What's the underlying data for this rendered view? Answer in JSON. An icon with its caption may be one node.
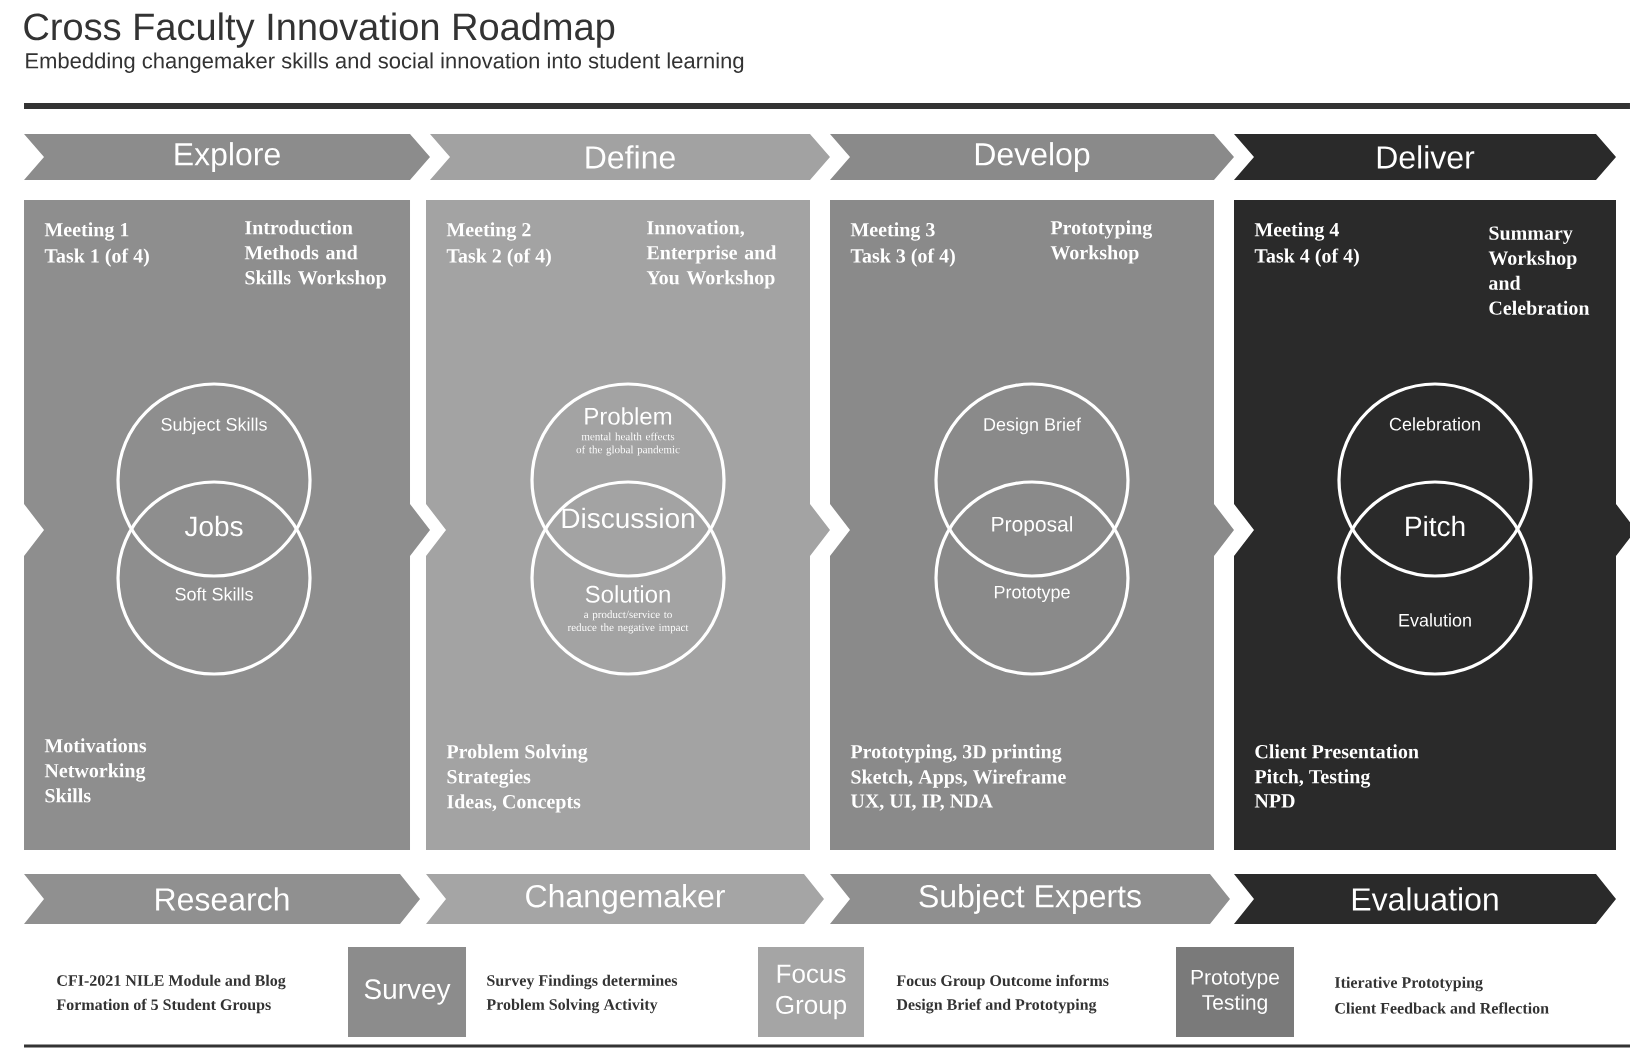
{
  "diagram": {
    "title": "Cross Faculty Innovation Roadmap",
    "nodes": [
      {
        "text": [
          "Explore"
        ]
      },
      {
        "text": [
          "Define"
        ]
      },
      {
        "text": [
          "Develop"
        ]
      },
      {
        "text": [
          "Deliver"
        ]
      },
      {
        "text": [
          "Meeting 1",
          "Task 1 (of 4)",
          "Introduction Methods and Skills Workshop",
          "Motivations",
          "Networking",
          "Skills"
        ]
      },
      {
        "text": [
          "Subject Skills"
        ],
        "in": 4
      },
      {
        "text": [
          "Soft Skills"
        ],
        "in": 4
      },
      {
        "text": [
          "Meeting 2",
          "Task 2 (of 4)",
          "Innovation, Enterprise and You Workshop",
          "Problem Solving",
          "Strategies",
          "Ideas, Concepts"
        ]
      },
      {
        "text": [
          "Problem",
          "mental health effects of the global pandemic"
        ],
        "in": 7
      },
      {
        "text": [
          "Solution",
          "a product/service to reduce the negative impact"
        ],
        "in": 7
      },
      {
        "text": [
          "Meeting 3",
          "Task 3 (of 4)",
          "Prototyping Workshop",
          "Prototyping, 3D printing",
          "Sketch, Apps, Wireframe",
          "UX, UI, IP, NDA"
        ]
      },
      {
        "text": [
          "Design Brief"
        ],
        "in": 10
      },
      {
        "text": [
          "Prototype"
        ],
        "in": 10
      },
      {
        "text": [
          "Meeting 4",
          "Task 4 (of 4)",
          "Summary Workshop and Celebration",
          "Client Presentation",
          "Pitch, Testing",
          "NPD"
        ]
      },
      {
        "text": [
          "Celebration"
        ],
        "in": 13
      },
      {
        "text": [
          "Evalution"
        ],
        "in": 13
      },
      {
        "text": [
          "Research"
        ]
      },
      {
        "text": [
          "Changemaker"
        ]
      },
      {
        "text": [
          "Subject Experts"
        ]
      },
      {
        "text": [
          "Evaluation"
        ]
      },
      {
        "text": [
          "Survey"
        ]
      },
      {
        "text": [
          "Focus Group"
        ]
      },
      {
        "text": [
          "Prototype Testing"
        ]
      }
    ],
    "labels": [
      "Embedding changemaker skills and social innovation into student learning",
      "Jobs",
      "Discussion",
      "Proposal",
      "Pitch",
      "CFI-2021 NILE Module and Blog",
      "Formation of 5 Student Groups",
      "Survey Findings determines",
      "Problem Solving Activity",
      "Focus Group Outcome informs",
      "Design Brief and Prototyping",
      "Itierative Prototyping",
      "Client Feedback and Reflection"
    ]
  }
}
